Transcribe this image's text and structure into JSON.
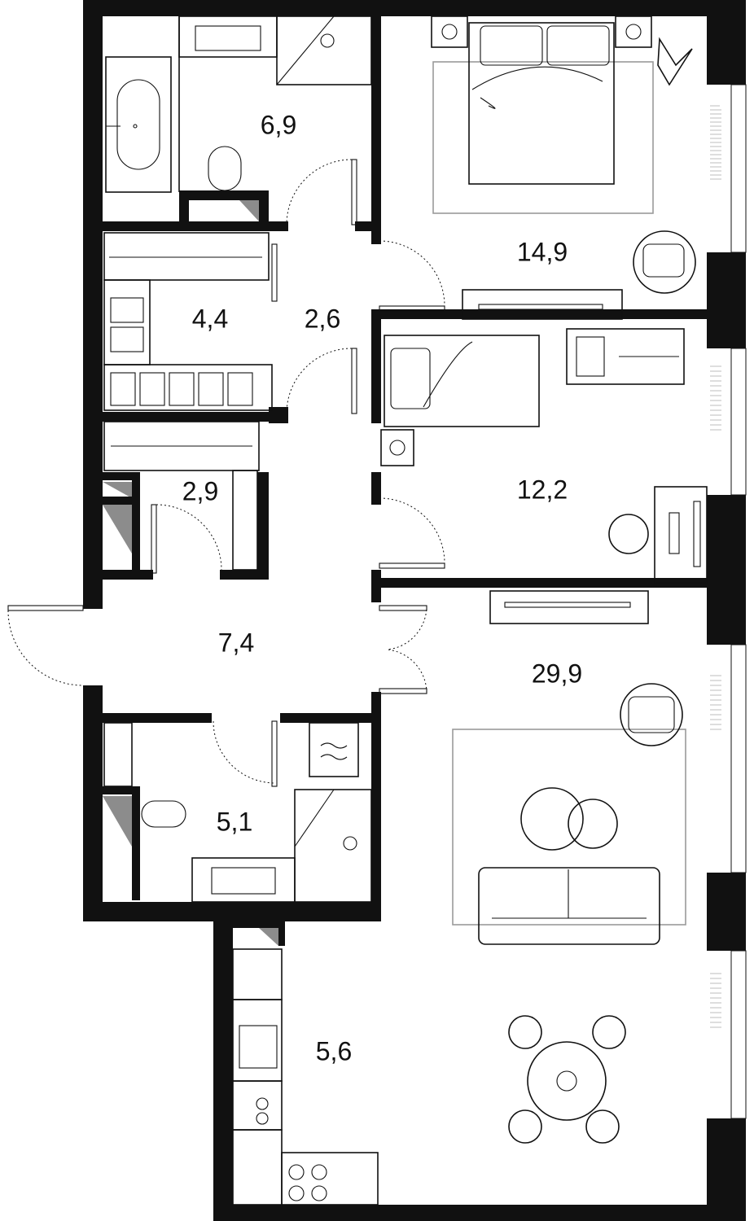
{
  "rooms": [
    {
      "id": "bathroom-1",
      "area": "6,9"
    },
    {
      "id": "bedroom-1",
      "area": "14,9"
    },
    {
      "id": "wardrobe-1",
      "area": "4,4"
    },
    {
      "id": "corridor",
      "area": "2,6"
    },
    {
      "id": "bedroom-2",
      "area": "12,2"
    },
    {
      "id": "wardrobe-2",
      "area": "2,9"
    },
    {
      "id": "hallway",
      "area": "7,4"
    },
    {
      "id": "living-room",
      "area": "29,9"
    },
    {
      "id": "bathroom-2",
      "area": "5,1"
    },
    {
      "id": "kitchen",
      "area": "5,6"
    }
  ],
  "colors": {
    "walls": "#111111",
    "rug": "#9a9a9a",
    "background": "#ffffff"
  }
}
